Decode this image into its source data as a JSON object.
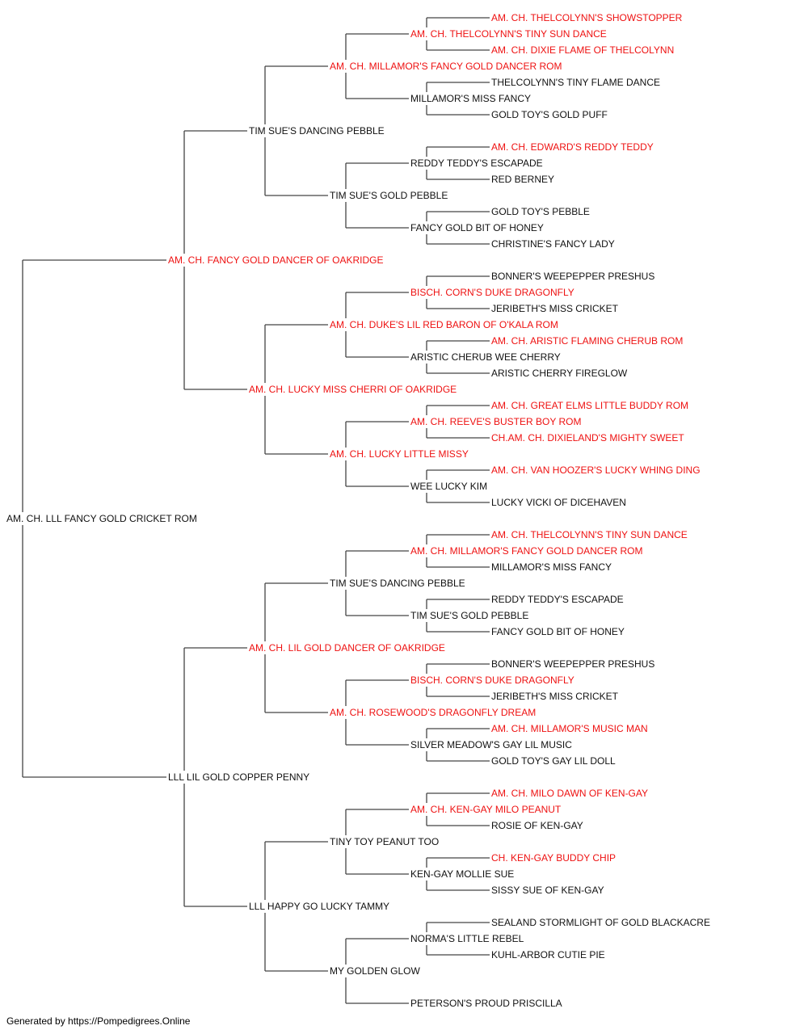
{
  "colors": {
    "champion": "#ee1111",
    "normal": "#111111",
    "line": "#444444"
  },
  "pedigree": {
    "name": "AM. CH. LLL FANCY GOLD CRICKET ROM",
    "champion": false,
    "sire": {
      "name": "AM. CH. FANCY GOLD DANCER OF OAKRIDGE",
      "champion": true,
      "sire": {
        "name": "TIM SUE'S DANCING PEBBLE",
        "champion": false,
        "sire": {
          "name": "AM. CH. MILLAMOR'S FANCY GOLD DANCER ROM",
          "champion": true,
          "sire": {
            "name": "AM. CH. THELCOLYNN'S TINY SUN DANCE",
            "champion": true,
            "sire": {
              "name": "AM. CH. THELCOLYNN'S SHOWSTOPPER",
              "champion": true
            },
            "dam": {
              "name": "AM. CH. DIXIE FLAME OF THELCOLYNN",
              "champion": true
            }
          },
          "dam": {
            "name": "MILLAMOR'S MISS FANCY",
            "champion": false,
            "sire": {
              "name": "THELCOLYNN'S TINY FLAME DANCE",
              "champion": false
            },
            "dam": {
              "name": "GOLD TOY'S GOLD PUFF",
              "champion": false
            }
          }
        },
        "dam": {
          "name": "TIM SUE'S GOLD PEBBLE",
          "champion": false,
          "sire": {
            "name": "REDDY TEDDY'S ESCAPADE",
            "champion": false,
            "sire": {
              "name": "AM. CH. EDWARD'S REDDY TEDDY",
              "champion": true
            },
            "dam": {
              "name": "RED BERNEY",
              "champion": false
            }
          },
          "dam": {
            "name": "FANCY GOLD BIT OF HONEY",
            "champion": false,
            "sire": {
              "name": "GOLD TOY'S PEBBLE",
              "champion": false
            },
            "dam": {
              "name": "CHRISTINE'S FANCY LADY",
              "champion": false
            }
          }
        }
      },
      "dam": {
        "name": "AM. CH. LUCKY MISS CHERRI OF OAKRIDGE",
        "champion": true,
        "sire": {
          "name": "AM. CH. DUKE'S LIL RED BARON OF O'KALA ROM",
          "champion": true,
          "sire": {
            "name": "BISCH. CORN'S DUKE DRAGONFLY",
            "champion": true,
            "sire": {
              "name": "BONNER'S WEEPEPPER PRESHUS",
              "champion": false
            },
            "dam": {
              "name": "JERIBETH'S MISS CRICKET",
              "champion": false
            }
          },
          "dam": {
            "name": "ARISTIC CHERUB WEE CHERRY",
            "champion": false,
            "sire": {
              "name": "AM. CH. ARISTIC FLAMING CHERUB ROM",
              "champion": true
            },
            "dam": {
              "name": "ARISTIC CHERRY FIREGLOW",
              "champion": false
            }
          }
        },
        "dam": {
          "name": "AM. CH. LUCKY LITTLE MISSY",
          "champion": true,
          "sire": {
            "name": "AM. CH. REEVE'S BUSTER BOY ROM",
            "champion": true,
            "sire": {
              "name": "AM. CH. GREAT ELMS LITTLE BUDDY ROM",
              "champion": true
            },
            "dam": {
              "name": "CH.AM. CH. DIXIELAND'S MIGHTY SWEET",
              "champion": true
            }
          },
          "dam": {
            "name": "WEE LUCKY KIM",
            "champion": false,
            "sire": {
              "name": "AM. CH. VAN HOOZER'S LUCKY WHING DING",
              "champion": true
            },
            "dam": {
              "name": "LUCKY VICKI OF DICEHAVEN",
              "champion": false
            }
          }
        }
      }
    },
    "dam": {
      "name": "LLL LIL GOLD COPPER PENNY",
      "champion": false,
      "sire": {
        "name": "AM. CH. LIL GOLD DANCER OF OAKRIDGE",
        "champion": true,
        "sire": {
          "name": "TIM SUE'S DANCING PEBBLE",
          "champion": false,
          "sire": {
            "name": "AM. CH. MILLAMOR'S FANCY GOLD DANCER ROM",
            "champion": true,
            "sire": {
              "name": "AM. CH. THELCOLYNN'S TINY SUN DANCE",
              "champion": true
            },
            "dam": {
              "name": "MILLAMOR'S MISS FANCY",
              "champion": false
            }
          },
          "dam": {
            "name": "TIM SUE'S GOLD PEBBLE",
            "champion": false,
            "sire": {
              "name": "REDDY TEDDY'S ESCAPADE",
              "champion": false
            },
            "dam": {
              "name": "FANCY GOLD BIT OF HONEY",
              "champion": false
            }
          }
        },
        "dam": {
          "name": "AM. CH. ROSEWOOD'S DRAGONFLY DREAM",
          "champion": true,
          "sire": {
            "name": "BISCH. CORN'S DUKE DRAGONFLY",
            "champion": true,
            "sire": {
              "name": "BONNER'S WEEPEPPER PRESHUS",
              "champion": false
            },
            "dam": {
              "name": "JERIBETH'S MISS CRICKET",
              "champion": false
            }
          },
          "dam": {
            "name": "SILVER MEADOW'S GAY LIL MUSIC",
            "champion": false,
            "sire": {
              "name": "AM. CH. MILLAMOR'S MUSIC MAN",
              "champion": true
            },
            "dam": {
              "name": "GOLD TOY'S GAY LIL DOLL",
              "champion": false
            }
          }
        }
      },
      "dam": {
        "name": "LLL HAPPY GO LUCKY TAMMY",
        "champion": false,
        "sire": {
          "name": "TINY TOY PEANUT TOO",
          "champion": false,
          "sire": {
            "name": "AM. CH. KEN-GAY MILO PEANUT",
            "champion": true,
            "sire": {
              "name": "AM. CH. MILO DAWN OF KEN-GAY",
              "champion": true
            },
            "dam": {
              "name": "ROSIE OF KEN-GAY",
              "champion": false
            }
          },
          "dam": {
            "name": "KEN-GAY MOLLIE SUE",
            "champion": false,
            "sire": {
              "name": "CH. KEN-GAY BUDDY CHIP",
              "champion": true
            },
            "dam": {
              "name": "SISSY SUE OF KEN-GAY",
              "champion": false
            }
          }
        },
        "dam": {
          "name": "MY GOLDEN GLOW",
          "champion": false,
          "sire": {
            "name": "NORMA'S LITTLE REBEL",
            "champion": false,
            "sire": {
              "name": "SEALAND STORMLIGHT OF GOLD BLACKACRE",
              "champion": false
            },
            "dam": {
              "name": "KUHL-ARBOR CUTIE PIE",
              "champion": false
            }
          },
          "dam": {
            "name": "PETERSON'S PROUD PRISCILLA",
            "champion": false
          }
        }
      }
    }
  },
  "footer": {
    "text": "Generated by https://Pompedigrees.Online"
  }
}
